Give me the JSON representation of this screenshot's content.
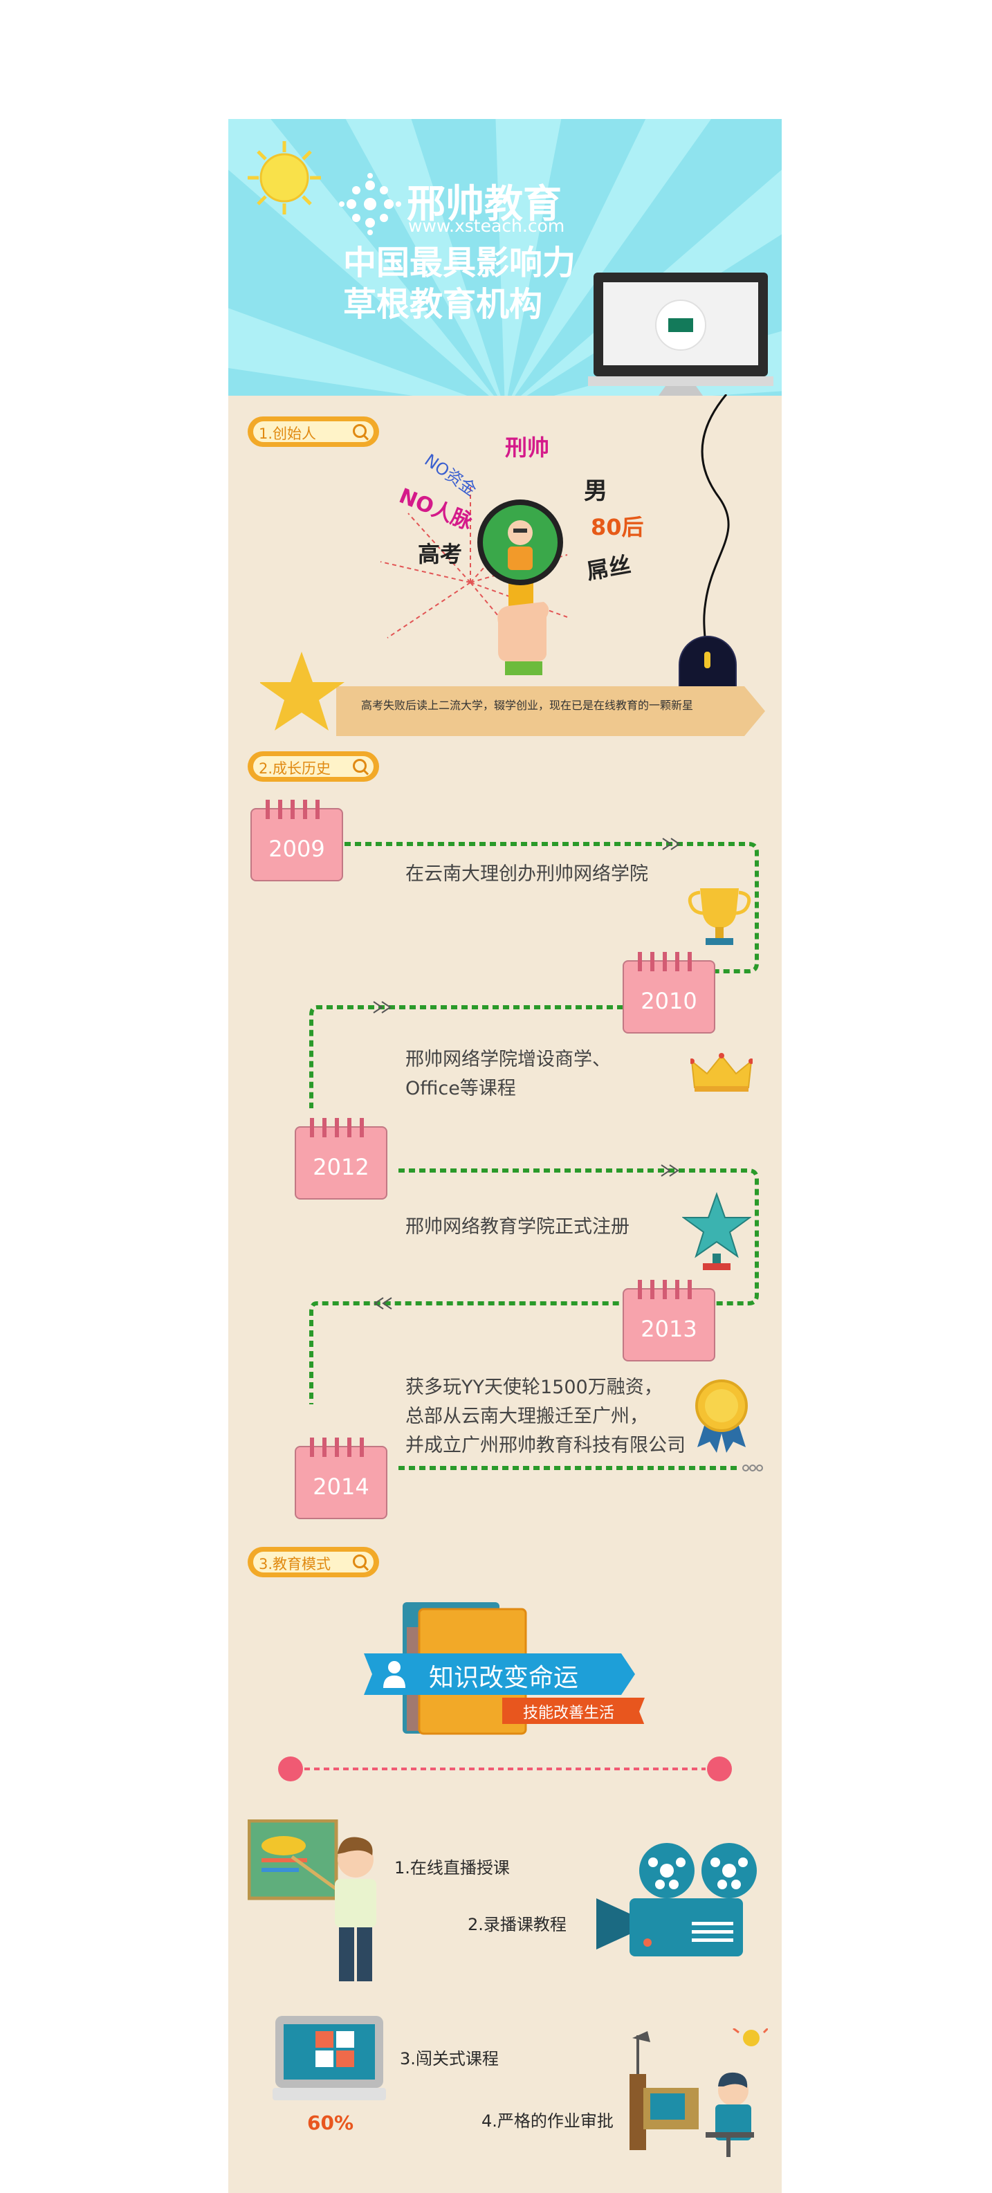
{
  "header": {
    "brand": "邢帅教育",
    "url": "www.xsteach.com",
    "slogan_line1": "中国最具影响力",
    "slogan_line2": "草根教育机构"
  },
  "founder": {
    "pill_label": "1.创始人",
    "tags": [
      "刑帅",
      "NO资金",
      "NO人脉",
      "男",
      "80后",
      "高考",
      "屌丝"
    ],
    "banner_text": "高考失败后读上二流大学，辍学创业，现在已是在线教育的一颗新星"
  },
  "history": {
    "pill_label": "2.成长历史",
    "milestones": [
      {
        "year": "2009",
        "lines": [
          "在云南大理创办刑帅网络学院"
        ]
      },
      {
        "year": "2010",
        "lines": [
          "邢帅网络学院增设商学、",
          "Office等课程"
        ]
      },
      {
        "year": "2012",
        "lines": [
          "邢帅网络教育学院正式注册"
        ]
      },
      {
        "year": "2013",
        "lines": [
          "获多玩YY天使轮1500万融资，",
          "总部从云南大理搬迁至广州，",
          "并成立广州邢帅教育科技有限公司"
        ]
      },
      {
        "year": "2014",
        "lines": []
      }
    ]
  },
  "model": {
    "pill_label": "3.教育模式",
    "banner_main": "知识改变命运",
    "banner_sub": "技能改善生活",
    "methods": [
      "1.在线直播授课",
      "2.录播课教程",
      "3.闯关式课程",
      "4.严格的作业审批"
    ],
    "progress_label": "60%",
    "progress_value": 0.6
  },
  "colors": {
    "orange_accent": "#f2a928",
    "calendar_pink": "#f7a3ac",
    "path_green": "#2a9a2a",
    "sky": "#8fe3ee"
  },
  "icons": [
    "sun-icon",
    "logo-dots-icon",
    "monitor-icon",
    "mouse-icon",
    "magnifier-icon",
    "star-icon",
    "trophy-icon",
    "crown-icon",
    "star-trophy-icon",
    "medal-icon",
    "book-stack-icon",
    "teacher-icon",
    "film-camera-icon",
    "laptop-icon",
    "student-desk-icon"
  ]
}
